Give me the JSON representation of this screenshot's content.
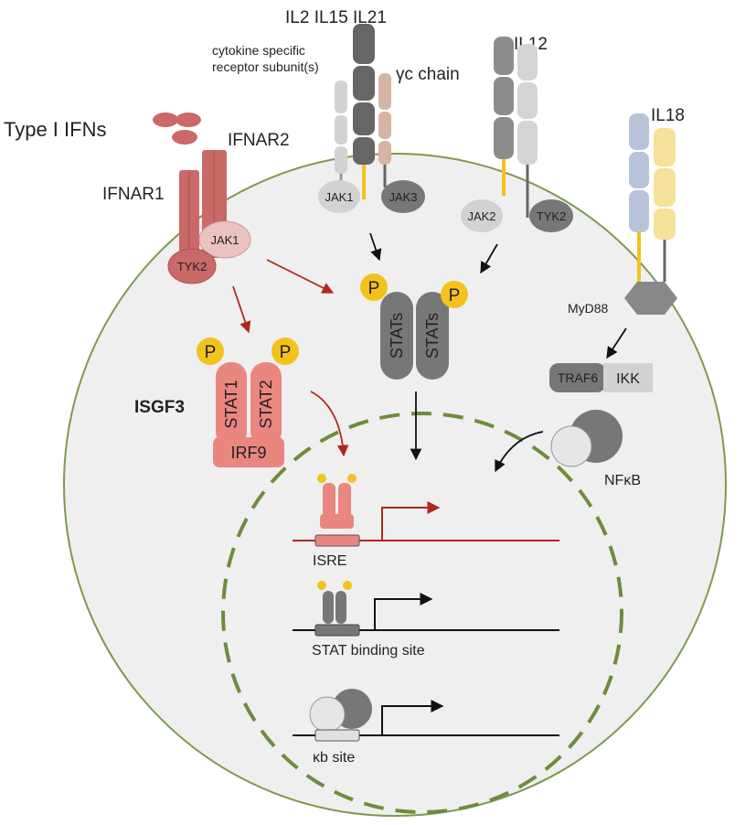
{
  "colors": {
    "cell_fill": "#efefef",
    "cell_border": "#7d9a4e",
    "nucleus_dash": "#6e8c3c",
    "ifnar": "#c96a68",
    "ifnar_light": "#dca3a1",
    "stat1_2": "#ea8680",
    "phospho": "#f3c21c",
    "gray_dark": "#666666",
    "gray_mid": "#8c8c8c",
    "gray_light": "#cccccc",
    "tan": "#d6b4a3",
    "il18_blue": "#b7c3d6",
    "il18_yellow": "#f6e19a",
    "red_arrow": "#b0281a",
    "black_arrow": "#111111"
  },
  "labels": {
    "il2_il15_il21": "IL2 IL15 IL21",
    "il12": "IL12",
    "il18": "IL18",
    "cytokine_subunit_line1": "cytokine specific",
    "cytokine_subunit_line2": "receptor subunit(s)",
    "gamma_c": "γc chain",
    "type1_ifns": "Type I IFNs",
    "ifnar1": "IFNAR1",
    "ifnar2": "IFNAR2",
    "jak1_ifn": "JAK1",
    "tyk2_ifn": "TYK2",
    "jak1_il2": "JAK1",
    "jak3": "JAK3",
    "jak2": "JAK2",
    "tyk2_il12": "TYK2",
    "myd88": "MyD88",
    "traf6": "TRAF6",
    "ikk": "IKK",
    "nfkb": "NFκB",
    "stats_left": "STATs",
    "stats_right": "STATs",
    "stat1": "STAT1",
    "stat2": "STAT2",
    "irf9": "IRF9",
    "isgf3": "ISGF3",
    "phospho": "P",
    "isre": "ISRE",
    "stat_site": "STAT binding site",
    "kb_site": "κb site"
  }
}
